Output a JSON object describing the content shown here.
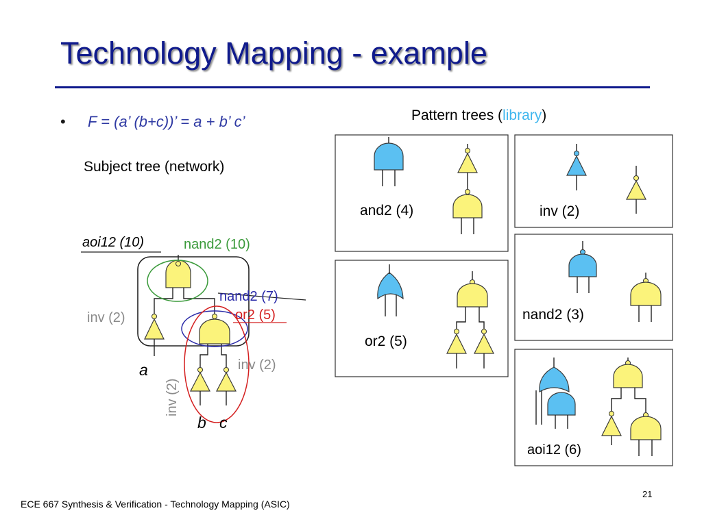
{
  "slide": {
    "title": "Technology Mapping - example",
    "bullet_symbol": "•",
    "formula": "F = (a’ (b+c))’ = a + b’ c’",
    "subject_tree_label": "Subject tree (network)",
    "pattern_trees_prefix": "Pattern trees (",
    "pattern_trees_library": "library",
    "pattern_trees_suffix": ")",
    "footer": "ECE 667 Synthesis & Verification - Technology Mapping (ASIC)",
    "page_number": "21"
  },
  "subject_tree": {
    "aoi12_label": "aoi12 (10)",
    "nand2_green_label": "nand2 (10)",
    "nand2_blue_label": "nand2 (7)",
    "or2_red_label": "or2 (5)",
    "inv_left_label": "inv (2)",
    "inv_right_label": "inv (2)",
    "inv_vertical_label": "inv (2)",
    "input_a": "a",
    "input_b": "b",
    "input_c": "c"
  },
  "library": {
    "and2": "and2 (4)",
    "inv": "inv (2)",
    "or2": "or2 (5)",
    "nand2": "nand2 (3)",
    "aoi12": "aoi12 (6)"
  },
  "colors": {
    "title": "#0f1a8c",
    "formula": "#2f3aa3",
    "library_word": "#3fb6ee",
    "gate_blue": "#5bc0f2",
    "gate_yellow": "#fbf37b",
    "ellipse_green": "#3a9a3a",
    "ellipse_blue": "#2a2aa8",
    "ellipse_red": "#d42020",
    "inv_gray": "#8a8a8a"
  }
}
